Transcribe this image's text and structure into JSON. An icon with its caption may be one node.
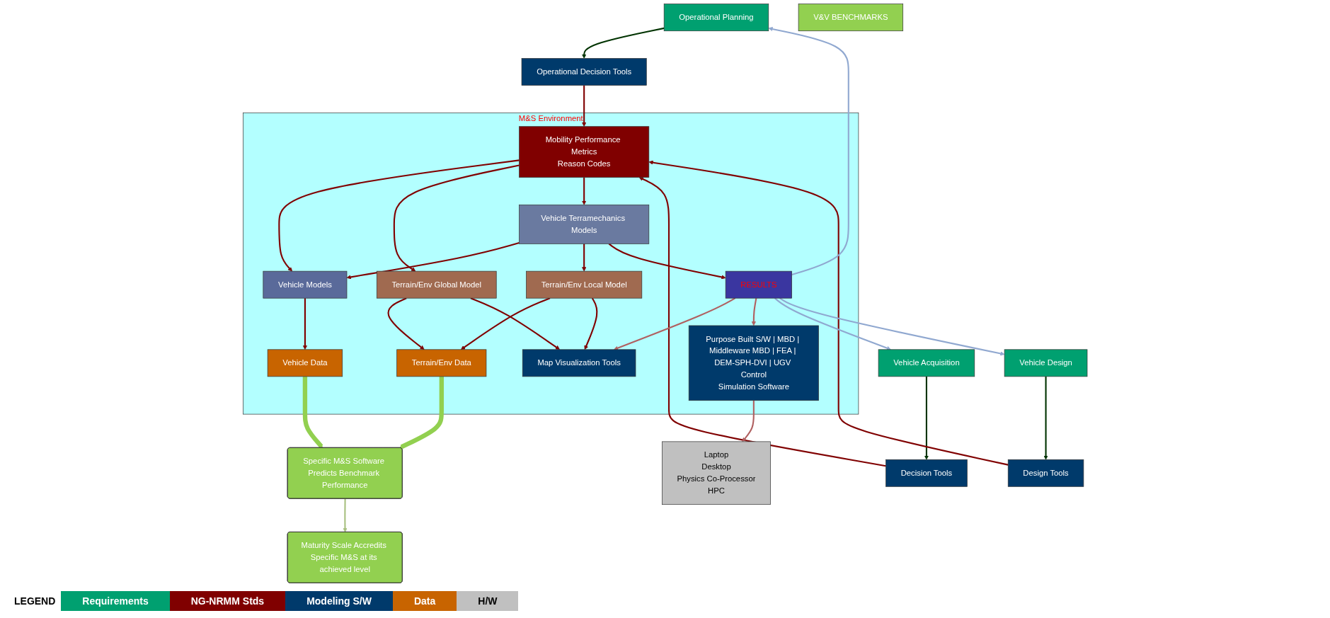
{
  "diagram": {
    "nodes": [
      {
        "text": [
          "M&S Environment"
        ]
      },
      {
        "text": [
          "Operational Planning"
        ]
      },
      {
        "text": [
          "Vehicle Acquisition"
        ]
      },
      {
        "text": [
          "Vehicle Design"
        ]
      },
      {
        "text": [
          "Operational Decision Tools"
        ]
      },
      {
        "text": [
          "Decision Tools"
        ]
      },
      {
        "text": [
          "Design Tools"
        ]
      },
      {
        "text": [
          "Vehicle Data"
        ],
        "in": 0
      },
      {
        "text": [
          "Vehicle Models"
        ],
        "in": 0
      },
      {
        "text": [
          "Mobility Performance Metrics",
          "Reason Codes"
        ],
        "in": 0
      },
      {
        "text": [
          "Vehicle Terramechanics Models"
        ],
        "in": 0
      },
      {
        "text": [
          "RESULTS"
        ],
        "in": 0
      },
      {
        "text": [
          "Map Visualization Tools"
        ],
        "in": 0
      },
      {
        "text": [
          "Terrain/Env Global Model"
        ],
        "in": 0
      },
      {
        "text": [
          "Terrain/Env Local Model"
        ],
        "in": 0
      },
      {
        "text": [
          "Terrain/Env Data"
        ],
        "in": 0
      },
      {
        "text": [
          "Purpose Built S/W | MBD | Middleware MBD | FEA | DEM-SPH-DVI | UGV Control",
          "Simulation Software"
        ],
        "in": 0
      },
      {
        "text": [
          "Laptop",
          "Desktop",
          "Physics Co-Processor",
          "HPC"
        ]
      },
      {
        "text": [
          "Specific M&S Software Predicts Benchmark Performance"
        ]
      },
      {
        "text": [
          "Maturity Scale Accredits Specific M&S at its achieved level"
        ]
      },
      {
        "text": [
          "V&V BENCHMARKS"
        ]
      }
    ],
    "edges": [
      {
        "from": 1,
        "to": 4,
        "arrow": "to",
        "color": "#003300"
      },
      {
        "from": 2,
        "to": 5,
        "arrow": "to",
        "color": "#003300"
      },
      {
        "from": 3,
        "to": 6,
        "arrow": "to",
        "color": "#003300"
      },
      {
        "from": 4,
        "to": 9,
        "arrow": "to"
      },
      {
        "from": 5,
        "to": 9,
        "arrow": "to"
      },
      {
        "from": 6,
        "to": 9,
        "arrow": "to"
      },
      {
        "from": 9,
        "to": 8,
        "arrow": "to"
      },
      {
        "from": 9,
        "to": 13,
        "arrow": "to"
      },
      {
        "from": 13,
        "to": 15,
        "arrow": "to"
      },
      {
        "from": 9,
        "to": 10,
        "arrow": "to"
      },
      {
        "from": 10,
        "to": 8,
        "arrow": "to"
      },
      {
        "from": 8,
        "to": 7,
        "arrow": "to"
      },
      {
        "from": 10,
        "to": 14,
        "arrow": "to"
      },
      {
        "from": 14,
        "to": 15,
        "arrow": "to"
      },
      {
        "from": 10,
        "to": 11,
        "arrow": "to"
      },
      {
        "from": 13,
        "to": 12,
        "arrow": "to"
      },
      {
        "from": 14,
        "to": 12,
        "arrow": "to"
      },
      {
        "from": 11,
        "to": 12,
        "arrow": "to",
        "color": "#b06060"
      },
      {
        "from": 11,
        "to": 16,
        "arrow": "to",
        "color": "#b06060"
      },
      {
        "from": 16,
        "to": 17,
        "arrow": "to",
        "color": "#b06060"
      },
      {
        "from": 11,
        "to": 1,
        "arrow": "to",
        "color": "#90a8d0"
      },
      {
        "from": 11,
        "to": 2,
        "arrow": "to",
        "color": "#90a8d0"
      },
      {
        "from": 11,
        "to": 3,
        "arrow": "to",
        "color": "#90a8d0"
      },
      {
        "from": 7,
        "to": 18,
        "arrow": "to",
        "style": "thick",
        "color": "#92d050"
      },
      {
        "from": 15,
        "to": 18,
        "arrow": "to",
        "style": "thick",
        "color": "#92d050"
      },
      {
        "from": 18,
        "to": 19,
        "arrow": "to",
        "color": "#a8c080"
      }
    ],
    "labels": [
      "LEGEND"
    ],
    "legend": [
      {
        "text": "Requirements",
        "color": "#00a070"
      },
      {
        "text": "NG-NRMM Stds",
        "color": "#800000"
      },
      {
        "text": "Modeling S/W",
        "color": "#003a6b"
      },
      {
        "text": "Data",
        "color": "#c86400"
      },
      {
        "text": "H/W",
        "color": "#c0c0c0"
      }
    ]
  }
}
